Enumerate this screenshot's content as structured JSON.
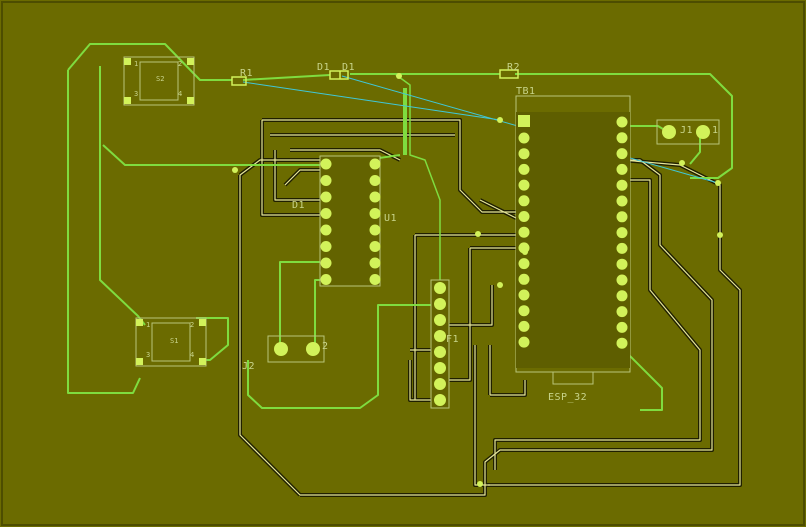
{
  "colors": {
    "board": "#6b6b00",
    "trace_top": "#7fdc3f",
    "trace_bottom": "#e6e69a",
    "pad": "#d2f25a",
    "ratsnest": "#40c8d8",
    "silk": "#b8c47a"
  },
  "components": {
    "s2": {
      "ref": "S2",
      "pins": [
        "1",
        "2",
        "3",
        "4"
      ]
    },
    "s1": {
      "ref": "S1",
      "pins": [
        "1",
        "2",
        "3",
        "4"
      ]
    },
    "r1": {
      "ref": "R1"
    },
    "r2": {
      "ref": "R2"
    },
    "d1": {
      "ref": "D1",
      "ref2": "D1"
    },
    "u1": {
      "ref": "U1",
      "side_label": "D1"
    },
    "j1": {
      "ref": "J1",
      "suffix": "1"
    },
    "j2": {
      "ref": "J2",
      "pin_label": "2"
    },
    "tb1": {
      "ref": "TB1",
      "value": "ESP_32"
    },
    "f1": {
      "ref": "F1"
    }
  }
}
